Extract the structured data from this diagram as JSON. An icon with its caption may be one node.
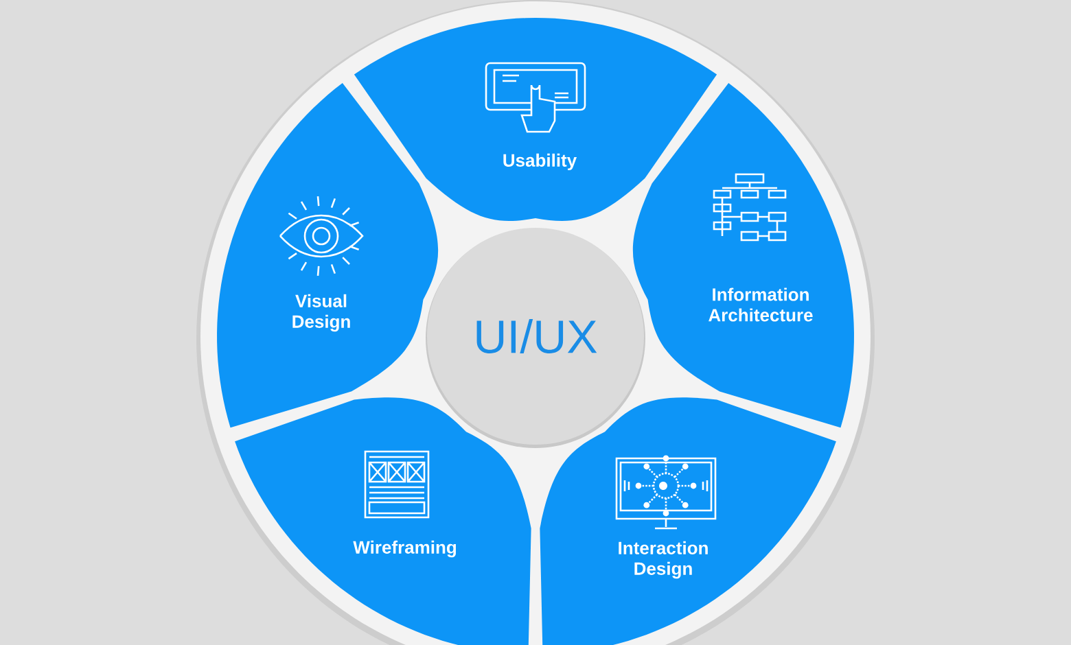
{
  "diagram": {
    "nodes": [
      {
        "text": [
          "Usability"
        ]
      },
      {
        "text": [
          "Visual Design"
        ]
      },
      {
        "text": [
          "UI/UX"
        ]
      },
      {
        "text": [
          "Information Architecture"
        ]
      },
      {
        "text": [
          "Wireframing"
        ]
      },
      {
        "text": [
          "Interaction Design"
        ]
      }
    ]
  }
}
